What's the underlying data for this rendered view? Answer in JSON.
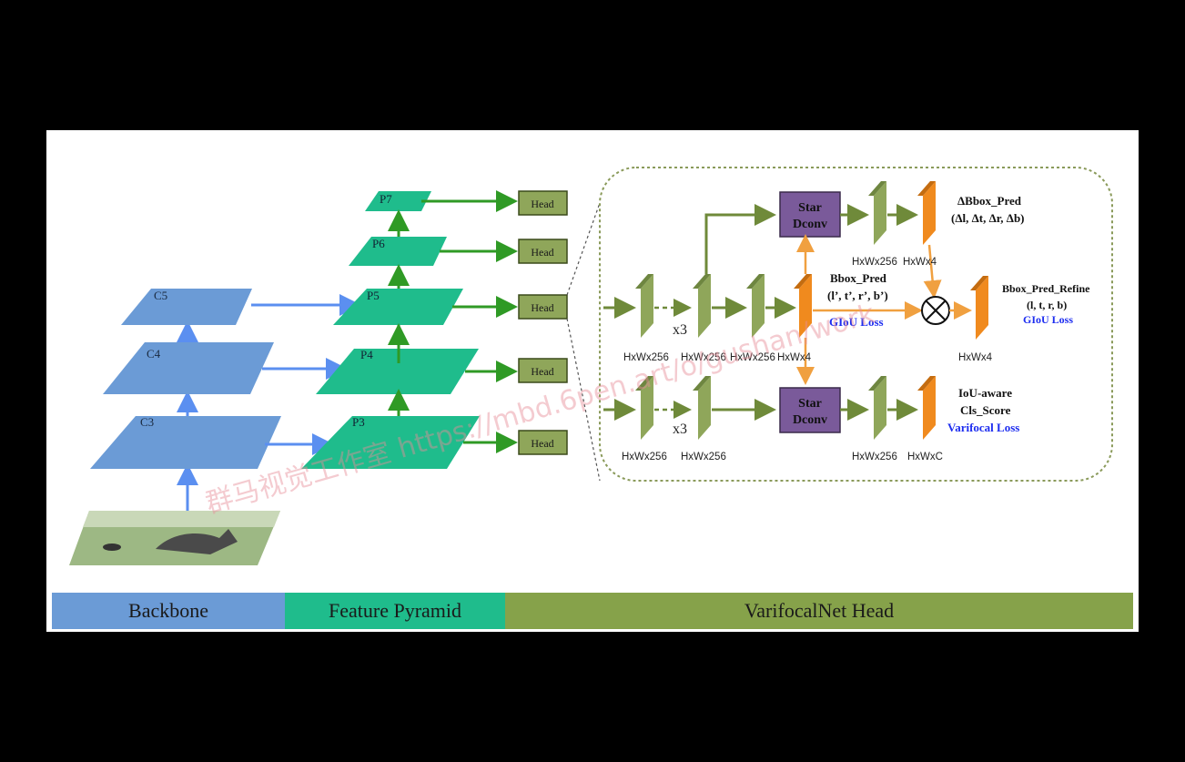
{
  "diagram": {
    "backbone_levels": [
      "C5",
      "C4",
      "C3"
    ],
    "pyramid_levels": [
      "P7",
      "P6",
      "P5",
      "P4",
      "P3"
    ],
    "head_label": "Head",
    "head_detail": {
      "star_dconv_top": "Star Dconv",
      "star_dconv_bottom": "Star Dconv",
      "x3_top": "x3",
      "x3_bottom": "x3",
      "delta_bbox_title": "ΔBbox_Pred",
      "delta_bbox_vars": "(Δl, Δt, Δr, Δb)",
      "bbox_pred_title": "Bbox_Pred",
      "bbox_pred_vars": "(l’, t’, r’, b’)",
      "giou_loss_1": "GIoU Loss",
      "bbox_refine_title": "Bbox_Pred_Refine",
      "bbox_refine_vars": "(l, t, r, b)",
      "giou_loss_2": "GIoU Loss",
      "iou_aware_1": "IoU-aware",
      "iou_aware_2": "Cls_Score",
      "varifocal_loss": "Varifocal Loss",
      "dims": {
        "top_in": "HxWx256",
        "top_mid1": "HxWx256",
        "top_mid2": "HxWx256",
        "top_bbox": "HxWx4",
        "top_star_out": "HxWx256",
        "top_delta": "HxWx4",
        "refine_out": "HxWx4",
        "bot_in": "HxWx256",
        "bot_mid": "HxWx256",
        "bot_star_out": "HxWx256",
        "bot_cls": "HxWxC"
      }
    },
    "watermark": "群马视觉工作室 https://mbd.6pen.art/o/gushan/work"
  },
  "legend_bar": {
    "backbone": "Backbone",
    "pyramid": "Feature Pyramid",
    "head": "VarifocalNet Head"
  },
  "colors": {
    "backbone": "#6b9bd6",
    "pyramid": "#1fbc8c",
    "head": "#86a24a",
    "feature_green": "#8fa65a",
    "feature_orange": "#f08a1e",
    "star_purple": "#7a5a9a",
    "arrow_blue": "#5b8ff0",
    "arrow_green": "#3a9a2a",
    "arrow_olive": "#6f8a3a",
    "arrow_orange": "#f0a040"
  }
}
